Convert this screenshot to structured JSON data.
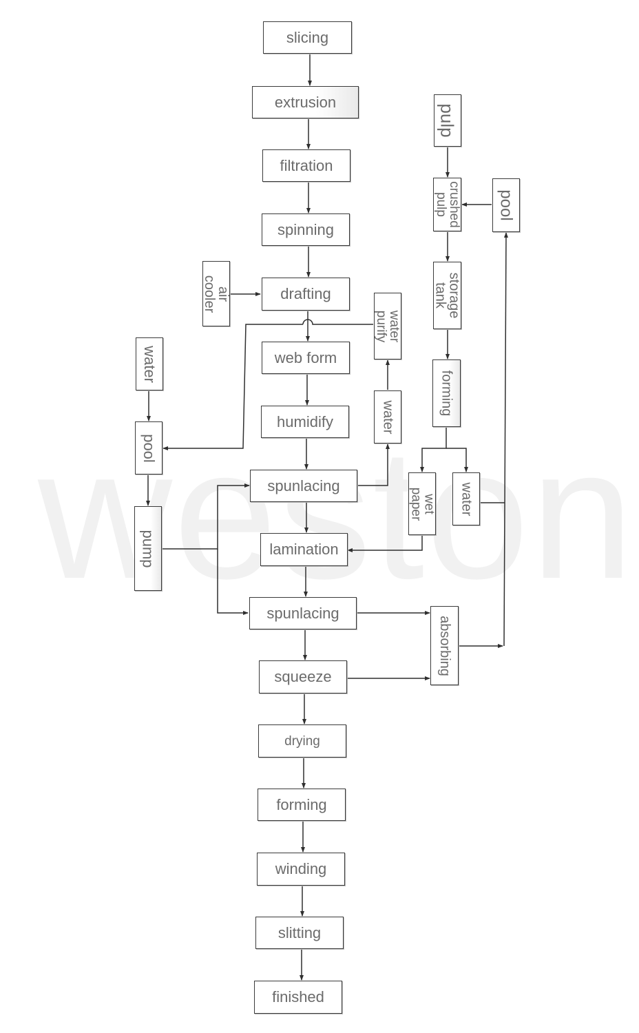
{
  "watermark": "weston",
  "main_steps": {
    "slicing": "slicing",
    "extrusion": "extrusion",
    "filtration": "filtration",
    "spinning": "spinning",
    "drafting": "drafting",
    "web_form": "web form",
    "humidify": "humidify",
    "spunlacing_1": "spunlacing",
    "lamination": "lamination",
    "spunlacing_2": "spunlacing",
    "squeeze": "squeeze",
    "drying": "drying",
    "forming": "forming",
    "winding": "winding",
    "slitting": "slitting",
    "finished": "finished"
  },
  "left_side": {
    "air_cooler": "air\ncooler",
    "water": "water",
    "pool": "pool",
    "pump": "pump"
  },
  "water_loop": {
    "water_purify": "water\npurify",
    "water": "water"
  },
  "pulp_branch": {
    "pulp": "pulp",
    "crushed_pulp": "crushed\npulp",
    "pool": "pool",
    "storage_tank": "storage\ntank",
    "forming": "forming",
    "wet_paper": "wet\npaper",
    "water": "water",
    "absorbing": "absorbing"
  }
}
